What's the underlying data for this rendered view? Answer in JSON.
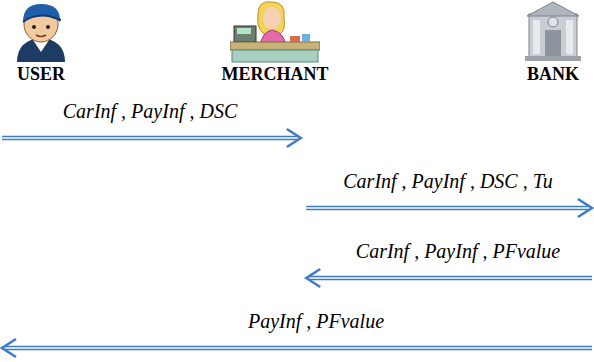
{
  "diagram": {
    "nodes": [
      {
        "text": [
          "USER"
        ]
      },
      {
        "text": [
          "MERCHANT"
        ]
      },
      {
        "text": [
          "BANK"
        ]
      }
    ],
    "edges": [
      {
        "from": 0,
        "to": 1,
        "arrow": "to",
        "label": "CarInf , PayInf , DSC"
      },
      {
        "from": 1,
        "to": 2,
        "arrow": "to",
        "label": "CarInf , PayInf , DSC , Tu"
      },
      {
        "from": 2,
        "to": 1,
        "arrow": "to",
        "label": "CarInf , PayInf , PFvalue"
      },
      {
        "from": 2,
        "to": 0,
        "arrow": "to",
        "label": "PayInf , PFvalue"
      }
    ]
  }
}
